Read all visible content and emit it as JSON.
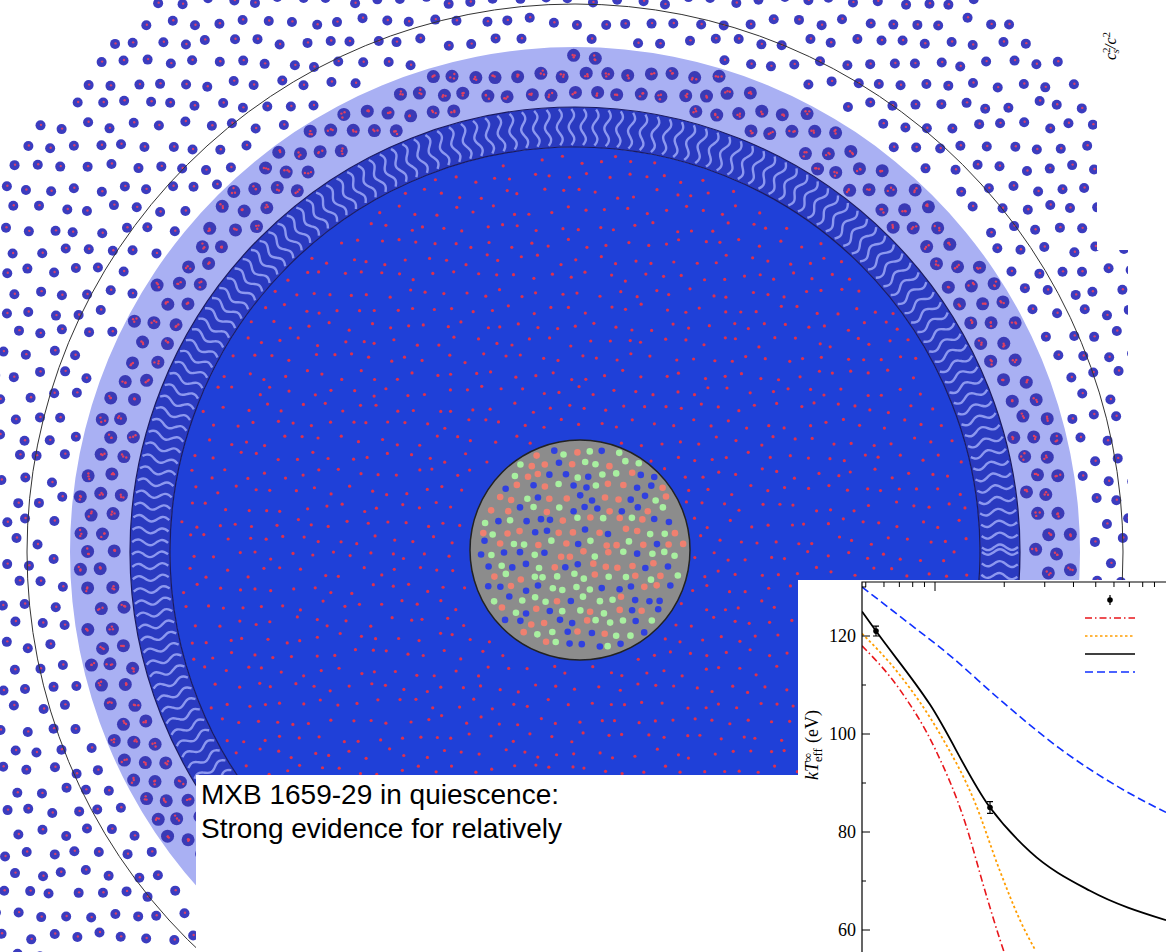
{
  "diagram": {
    "nodes": [
      {
        "text": [
          "MXB 1659-29 in quiescence: Strong evidence for relatively"
        ]
      }
    ],
    "labels": [
      "c",
      "2",
      "s",
      "/c",
      "2",
      "120",
      "100",
      "80",
      "60",
      "kT",
      "∞",
      "eff",
      "(eV)"
    ]
  }
}
